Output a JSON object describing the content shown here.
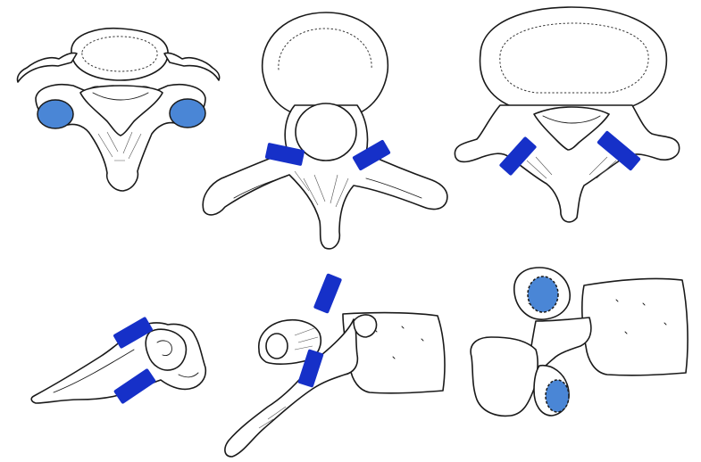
{
  "figure": {
    "colors": {
      "facet_marker": "#1630c8",
      "facet_oval": "#4a86d6",
      "outline": "#1a1a1a",
      "bone_fill": "#ffffff"
    },
    "panels": [
      {
        "view": "superior",
        "level": "cervical",
        "marker": "oval",
        "marker_count": 2
      },
      {
        "view": "superior",
        "level": "thoracic",
        "marker": "bar",
        "marker_count": 2
      },
      {
        "view": "superior",
        "level": "lumbar",
        "marker": "bar",
        "marker_count": 2
      },
      {
        "view": "lateral",
        "level": "cervical",
        "marker": "bar",
        "marker_count": 2
      },
      {
        "view": "lateral",
        "level": "thoracic",
        "marker": "bar",
        "marker_count": 2
      },
      {
        "view": "lateral",
        "level": "lumbar",
        "marker": "oval",
        "marker_count": 2
      }
    ]
  }
}
